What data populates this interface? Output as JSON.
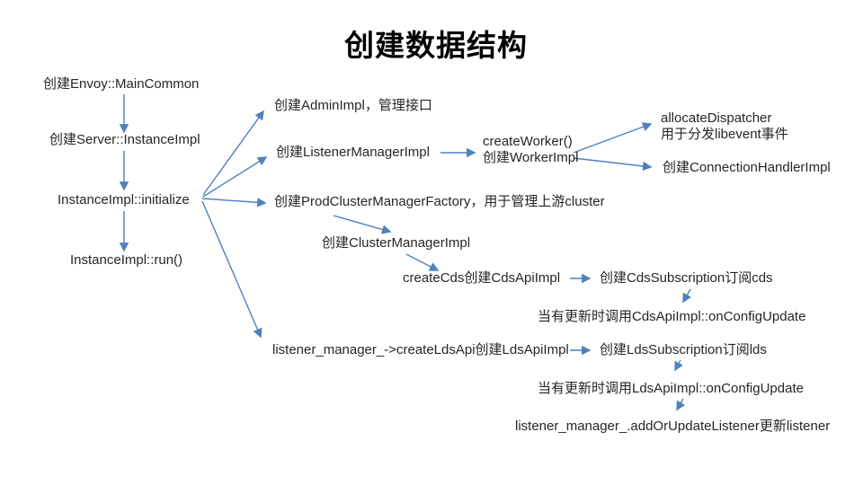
{
  "title": "创建数据结构",
  "colors": {
    "arrow": "#4f81bd",
    "text": "#262626",
    "title": "#000000",
    "background": "#ffffff"
  },
  "nodes": {
    "main_common": {
      "label": "创建Envoy::MainCommon"
    },
    "server_instance_impl": {
      "label": "创建Server::InstanceImpl"
    },
    "initialize": {
      "label": "InstanceImpl::initialize"
    },
    "run": {
      "label": "InstanceImpl::run()"
    },
    "admin_impl": {
      "label": "创建AdminImpl，管理接口"
    },
    "listener_manager_impl": {
      "label": "创建ListenerManagerImpl"
    },
    "create_worker": {
      "line1": "createWorker()",
      "line2": "创建WorkerImpl"
    },
    "allocate_dispatcher": {
      "line1": "allocateDispatcher",
      "line2": "用于分发libevent事件"
    },
    "connection_handler_impl": {
      "label": "创建ConnectionHandlerImpl"
    },
    "prod_cluster_manager_factory": {
      "label": "创建ProdClusterManagerFactory，用于管理上游cluster"
    },
    "cluster_manager_impl": {
      "label": "创建ClusterManagerImpl"
    },
    "create_cds": {
      "label": "createCds创建CdsApiImpl"
    },
    "cds_subscription": {
      "label": "创建CdsSubscription订阅cds"
    },
    "cds_on_config_update": {
      "label": "当有更新时调用CdsApiImpl::onConfigUpdate"
    },
    "create_lds": {
      "label": "listener_manager_->createLdsApi创建LdsApiImpl"
    },
    "lds_subscription": {
      "label": "创建LdsSubscription订阅lds"
    },
    "lds_on_config_update": {
      "label": "当有更新时调用LdsApiImpl::onConfigUpdate"
    },
    "add_or_update_listener": {
      "label": "listener_manager_.addOrUpdateListener更新listener"
    }
  },
  "edges": [
    {
      "from": "main_common",
      "to": "server_instance_impl"
    },
    {
      "from": "server_instance_impl",
      "to": "initialize"
    },
    {
      "from": "initialize",
      "to": "run"
    },
    {
      "from": "initialize",
      "to": "admin_impl"
    },
    {
      "from": "initialize",
      "to": "listener_manager_impl"
    },
    {
      "from": "initialize",
      "to": "prod_cluster_manager_factory"
    },
    {
      "from": "initialize",
      "to": "create_lds"
    },
    {
      "from": "listener_manager_impl",
      "to": "create_worker"
    },
    {
      "from": "create_worker",
      "to": "allocate_dispatcher"
    },
    {
      "from": "create_worker",
      "to": "connection_handler_impl"
    },
    {
      "from": "prod_cluster_manager_factory",
      "to": "cluster_manager_impl"
    },
    {
      "from": "cluster_manager_impl",
      "to": "create_cds"
    },
    {
      "from": "create_cds",
      "to": "cds_subscription"
    },
    {
      "from": "cds_subscription",
      "to": "cds_on_config_update"
    },
    {
      "from": "create_lds",
      "to": "lds_subscription"
    },
    {
      "from": "lds_subscription",
      "to": "lds_on_config_update"
    },
    {
      "from": "lds_on_config_update",
      "to": "add_or_update_listener"
    }
  ]
}
